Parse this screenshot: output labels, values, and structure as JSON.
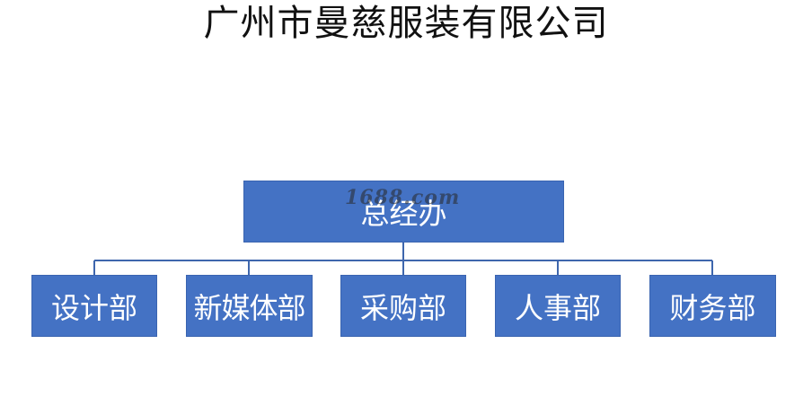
{
  "title": "广州市曼慈服装有限公司",
  "org_chart": {
    "root": {
      "label": "总经办"
    },
    "departments": [
      {
        "label": "设计部"
      },
      {
        "label": "新媒体部"
      },
      {
        "label": "采购部"
      },
      {
        "label": "人事部"
      },
      {
        "label": "财务部"
      }
    ]
  },
  "watermark": "1688.com",
  "colors": {
    "box_fill": "#4472c4",
    "box_border": "#3a64b0",
    "connector": "#3e66ad",
    "title_text": "#111111",
    "box_text": "#ffffff"
  }
}
